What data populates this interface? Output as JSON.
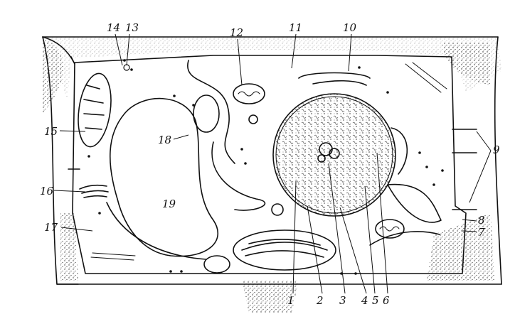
{
  "labels": [
    {
      "id": "1",
      "text": "1"
    },
    {
      "id": "2",
      "text": "2"
    },
    {
      "id": "3",
      "text": "3"
    },
    {
      "id": "4",
      "text": "4"
    },
    {
      "id": "5",
      "text": "5"
    },
    {
      "id": "6",
      "text": "6"
    },
    {
      "id": "7",
      "text": "7"
    },
    {
      "id": "8",
      "text": "8"
    },
    {
      "id": "9",
      "text": "9"
    },
    {
      "id": "10",
      "text": "10"
    },
    {
      "id": "11",
      "text": "11"
    },
    {
      "id": "12",
      "text": "12"
    },
    {
      "id": "13",
      "text": "13"
    },
    {
      "id": "14",
      "text": "14"
    },
    {
      "id": "15",
      "text": "15"
    },
    {
      "id": "16",
      "text": "16"
    },
    {
      "id": "17",
      "text": "17"
    },
    {
      "id": "18",
      "text": "18"
    },
    {
      "id": "19",
      "text": "19"
    }
  ],
  "colors": {
    "ink": "#111111",
    "paper": "#ffffff",
    "stipple": "#333333"
  }
}
